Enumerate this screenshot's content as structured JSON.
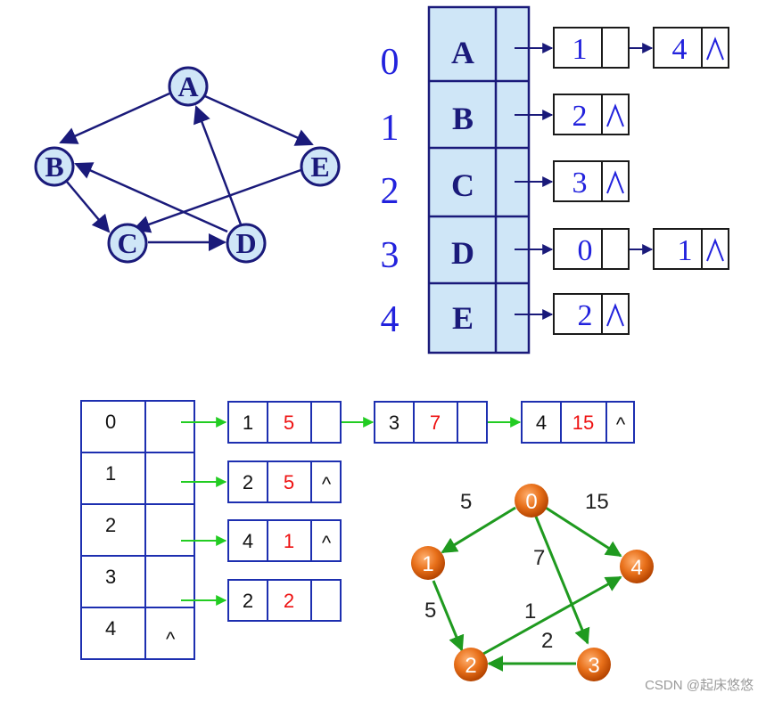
{
  "graph1": {
    "nodes": [
      "A",
      "B",
      "C",
      "D",
      "E"
    ]
  },
  "adjlist1": {
    "indices": [
      "0",
      "1",
      "2",
      "3",
      "4"
    ],
    "vertices": [
      "A",
      "B",
      "C",
      "D",
      "E"
    ],
    "rows": [
      [
        "1",
        "4"
      ],
      [
        "2"
      ],
      [
        "3"
      ],
      [
        "0",
        "1"
      ],
      [
        "2"
      ]
    ]
  },
  "adjlist2": {
    "indices": [
      "0",
      "1",
      "2",
      "3",
      "4"
    ],
    "null_marker": "^",
    "rows": [
      [
        {
          "to": "1",
          "w": "5"
        },
        {
          "to": "3",
          "w": "7"
        },
        {
          "to": "4",
          "w": "15"
        }
      ],
      [
        {
          "to": "2",
          "w": "5"
        }
      ],
      [
        {
          "to": "4",
          "w": "1"
        }
      ],
      [
        {
          "to": "2",
          "w": "2"
        }
      ],
      []
    ]
  },
  "graph2": {
    "nodes": [
      "0",
      "1",
      "2",
      "3",
      "4"
    ],
    "edge_weights": [
      "5",
      "15",
      "7",
      "5",
      "1",
      "2"
    ]
  },
  "watermark": "CSDN @起床悠悠",
  "colors": {
    "navy": "#1a1a7a",
    "node_fill": "#cfe6f7",
    "table_fill": "#cfe6f7",
    "blue_text": "#2222dd",
    "green_arrow": "#22cc22",
    "red_weight": "#ee1111",
    "orange_node": "#e46a10",
    "green_edge": "#1f9a1f"
  }
}
